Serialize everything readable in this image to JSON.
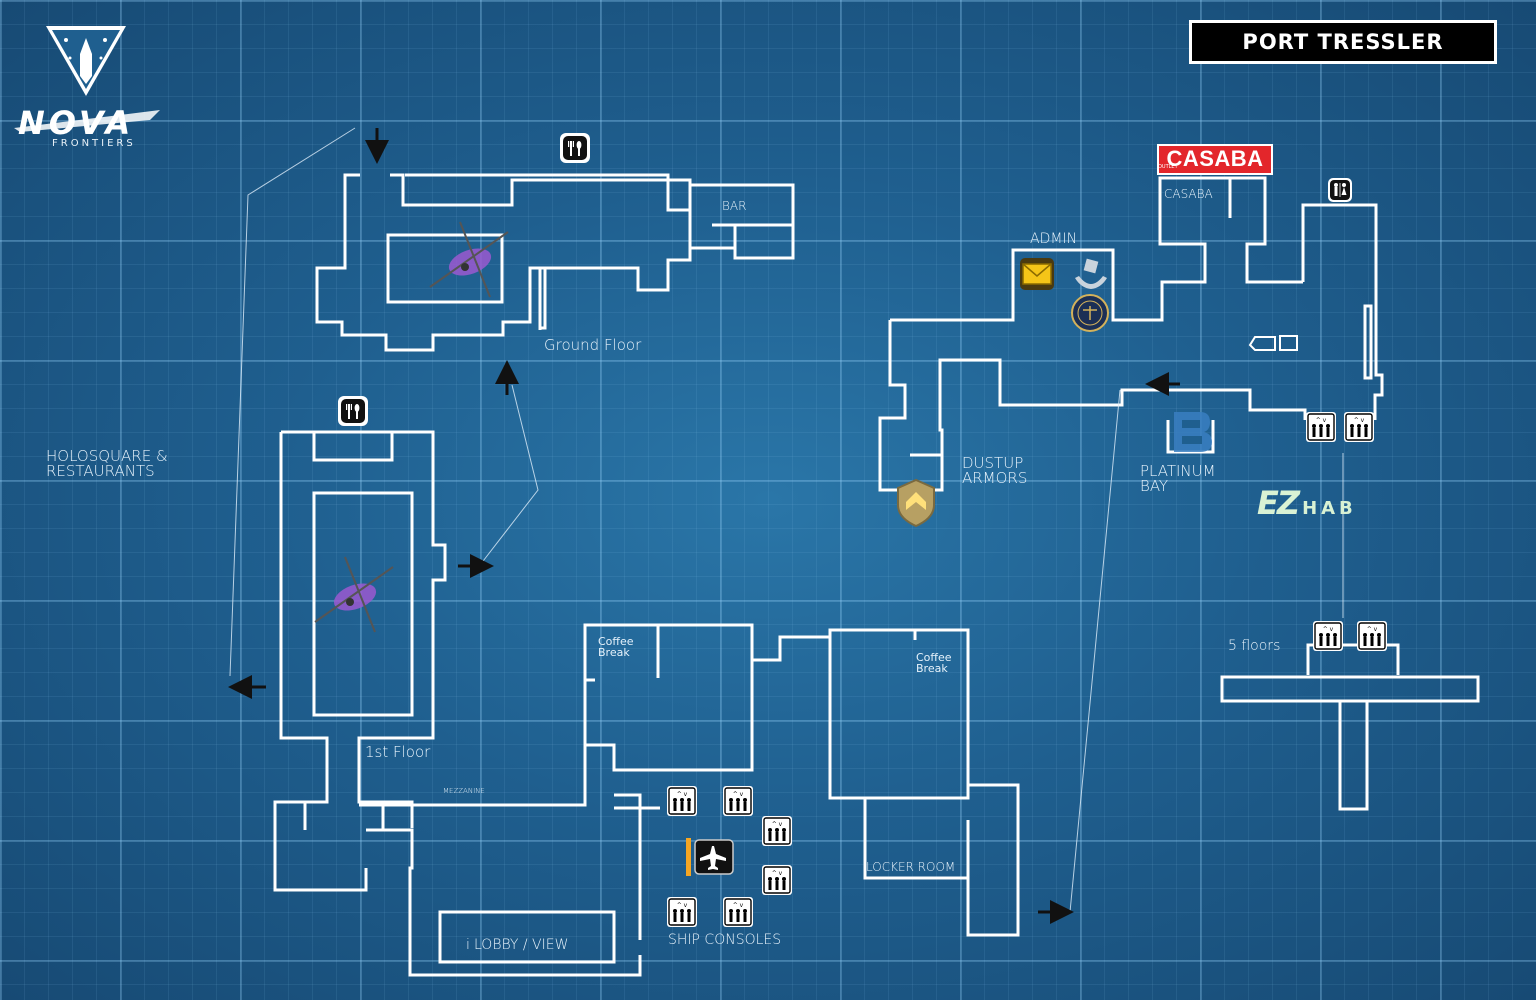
{
  "title": "PORT TRESSLER",
  "logo": {
    "name": "NOVA",
    "subtitle": "FRONTIERS"
  },
  "labels": {
    "ground_floor": "Ground Floor",
    "first_floor": "1st Floor",
    "holosquare": [
      "HOLOSQUARE &",
      "RESTAURANTS"
    ],
    "bar": "BAR",
    "admin": "ADMIN",
    "casaba_room": "CASABA",
    "dustup": [
      "DUSTUP",
      "ARMORS"
    ],
    "platinum_bay": [
      "PLATINUM",
      "BAY"
    ],
    "five_floors": "5 floors",
    "coffee_break_1": [
      "Coffee",
      "Break"
    ],
    "coffee_break_2": [
      "Coffee",
      "Break"
    ],
    "mezzanine": "MEZZANINE",
    "locker_room": "LOCKER ROOM",
    "lobby": "LOBBY / VIEW",
    "ship_consoles": "SHIP CONSOLES"
  },
  "brands": {
    "casaba_logo": "CASABA",
    "casaba_outlet": "OUTLET",
    "ezhab": {
      "ez": "EZ",
      "hab": "HAB"
    }
  },
  "icons": [
    "restaurant-icon",
    "restroom-icon",
    "mail-icon",
    "trade-authority-icon",
    "law-seal-icon",
    "armor-shield-icon",
    "platinum-bay-logo-icon",
    "elevator-icon",
    "ship-services-icon",
    "stairs-icon",
    "arrow-icon",
    "holo-ship-icon"
  ],
  "colors": {
    "background": "#1f5f8f",
    "wall": "#ffffff",
    "title_bg": "#000000",
    "casaba_red": "#e3262b",
    "ezhab_green": "#d9f2d4",
    "ship_accent": "#f5a623",
    "holo_purple": "#9b59d0"
  }
}
